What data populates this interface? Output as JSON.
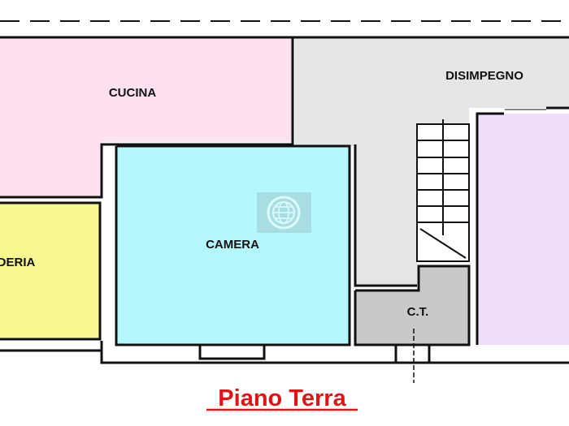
{
  "plan": {
    "title": "Piano Terra",
    "rooms": [
      {
        "id": "cucina",
        "label": "CUCINA",
        "color": "#fde1f0"
      },
      {
        "id": "disimpegno",
        "label": "DISIMPEGNO",
        "color": "#e6e6e6"
      },
      {
        "id": "camera",
        "label": "CAMERA",
        "color": "#b4f7fc"
      },
      {
        "id": "lavanderia",
        "label": "DERIA",
        "color": "#f8f890"
      },
      {
        "id": "ct",
        "label": "C.T.",
        "color": "#c9c9c9"
      },
      {
        "id": "right-room",
        "label": "",
        "color": "#f1defb"
      }
    ],
    "title_color": "#e01414",
    "watermark_icon": "globe-icon"
  }
}
